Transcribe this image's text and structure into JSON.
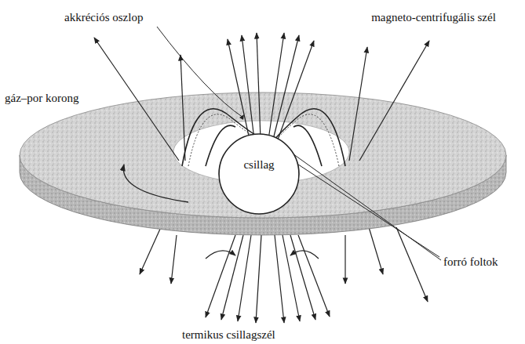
{
  "diagram": {
    "nodes": [
      {
        "text": [
          "csillag"
        ]
      }
    ],
    "labels": [
      "akkréciós oszlop",
      "magneto-centrifugális szél",
      "gáz–por korong",
      "forró foltok",
      "termikus csillagszél"
    ]
  }
}
